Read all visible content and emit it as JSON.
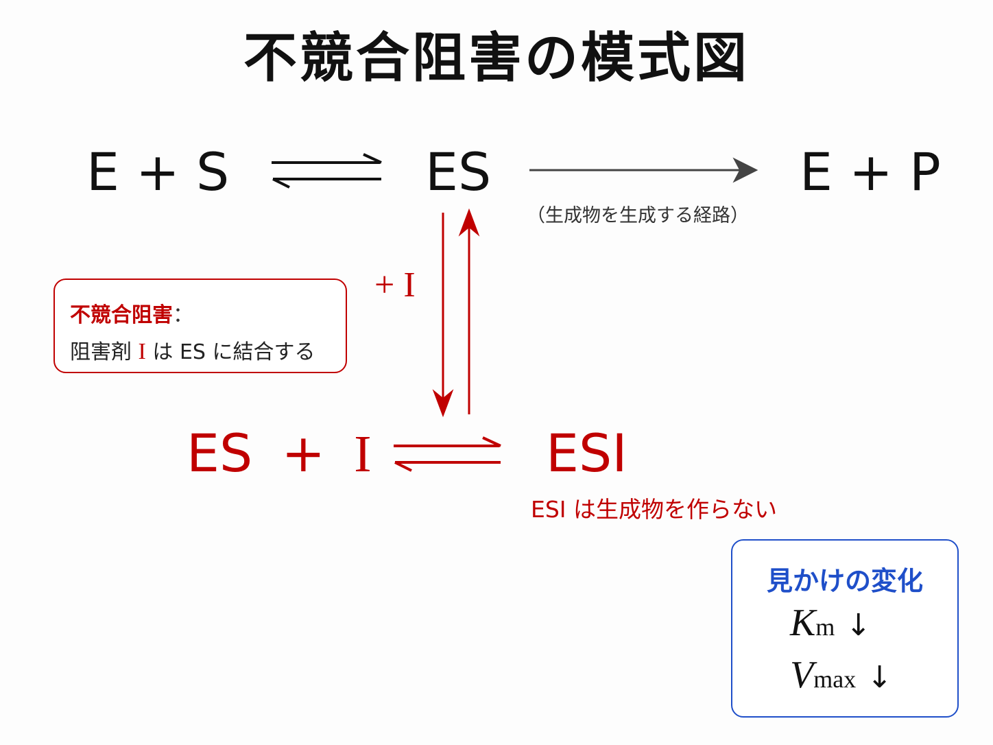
{
  "title": "不競合阻害の模式図",
  "reaction_top": {
    "left": "E + S",
    "center": "ES",
    "right": "E + P",
    "pathway_note": "（生成物を生成する経路）"
  },
  "inhibitor_step": {
    "label_plus": "+",
    "label_i": "I"
  },
  "reaction_bottom": {
    "left_es": "ES",
    "left_plus": "+",
    "left_i": "I",
    "right": "ESI",
    "note": "ESI は生成物を作らない"
  },
  "callout": {
    "heading": "不競合阻害",
    "colon": "：",
    "text_before": "阻害剤",
    "inhibitor": "I",
    "text_after": "は ES に結合する"
  },
  "apparent_change": {
    "heading": "見かけの変化",
    "km_symbol": "K",
    "km_sub": "m",
    "km_arrow": "↓",
    "vmax_symbol": "V",
    "vmax_sub": "max",
    "vmax_arrow": "↓"
  },
  "colors": {
    "text": "#111111",
    "inhibitor_red": "#c00000",
    "box_blue": "#1f4fc9",
    "arrow_gray": "#444444"
  }
}
